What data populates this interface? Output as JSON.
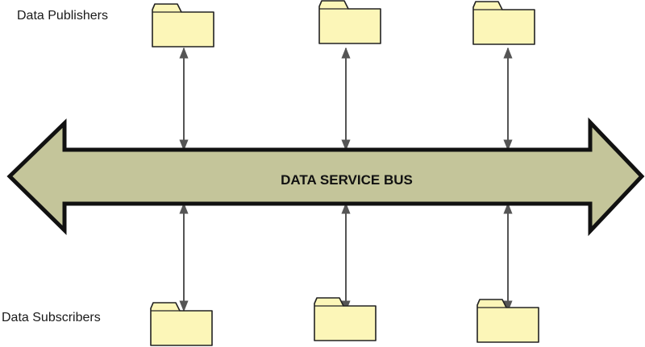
{
  "labels": {
    "publishers": "Data Publishers",
    "subscribers": "Data Subscribers",
    "bus": "DATA SERVICE BUS"
  },
  "colors": {
    "bus_fill": "#c4c59a",
    "bus_stroke": "#111111",
    "folder_fill": "#fcf6b8",
    "folder_stroke": "#222222",
    "connector": "#555555"
  },
  "icons": {
    "node": "folder-icon",
    "connector": "double-arrow"
  },
  "publishers": [
    {
      "icon": "folder-icon"
    },
    {
      "icon": "folder-icon"
    },
    {
      "icon": "folder-icon"
    }
  ],
  "subscribers": [
    {
      "icon": "folder-icon"
    },
    {
      "icon": "folder-icon"
    },
    {
      "icon": "folder-icon"
    }
  ]
}
